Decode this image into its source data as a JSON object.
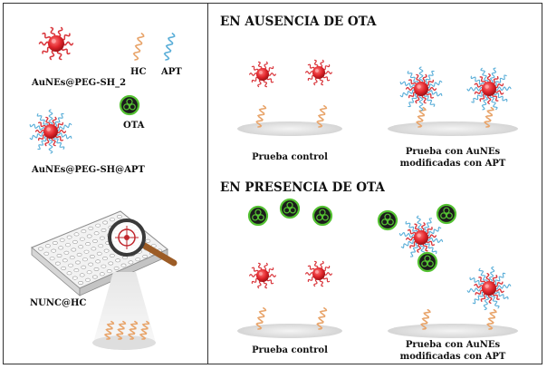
{
  "legend": {
    "peg_label": "AuNEs@PEG-SH_2",
    "hc_label": "HC",
    "apt_label": "APT",
    "ota_label": "OTA",
    "peg_apt_label": "AuNEs@PEG-SH@APT",
    "nunc_label": "NUNC@HC"
  },
  "absence": {
    "title": "EN AUSENCIA DE OTA",
    "control_label": "Prueba control",
    "modified_label_line1": "Prueba con AuNEs",
    "modified_label_line2": "modificadas con APT"
  },
  "presence": {
    "title": "EN PRESENCIA DE OTA",
    "control_label": "Prueba control",
    "modified_label_line1": "Prueba con AuNEs",
    "modified_label_line2": "modificadas con APT"
  },
  "colors": {
    "nanoparticle": "#e0252b",
    "peg_chain": "#d9363c",
    "aptamer": "#5aaed8",
    "hc_strand": "#e8a46a",
    "ota_ring": "#54c232",
    "ota_body": "#1c1c1c",
    "plate": "#dcdcdc",
    "magnifier_handle": "#9c5c26"
  }
}
